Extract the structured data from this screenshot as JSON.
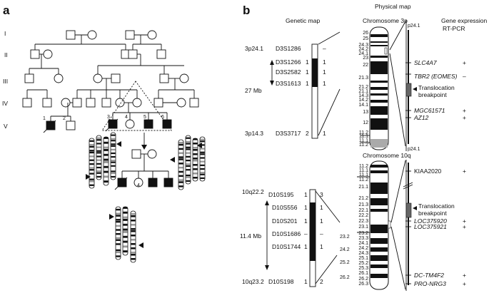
{
  "panels": {
    "a": "a",
    "b": "b"
  },
  "pedigree": {
    "generations": [
      "I",
      "II",
      "III",
      "IV",
      "V"
    ],
    "individual_numbers": [
      "1",
      "2",
      "3",
      "4",
      "5",
      "6"
    ],
    "offspring_numbers": [
      "3",
      "4",
      "5",
      "6"
    ]
  },
  "headers": {
    "genetic_map": "Genetic map",
    "physical_map": "Physical map",
    "gene_expression": "Gene expression",
    "rt_pcr": "RT-PCR",
    "chr3": "Chromosome 3p",
    "chr10": "Chromosome 10q"
  },
  "genetic_3p": {
    "band_top": "3p24.1",
    "band_bottom": "3p14.3",
    "span": "27 Mb",
    "markers": [
      {
        "name": "D3S1286",
        "a": "",
        "b": "–"
      },
      {
        "name": "D3S1266",
        "a": "1",
        "b": "1"
      },
      {
        "name": "D3S2582",
        "a": "1",
        "b": "1"
      },
      {
        "name": "D3S1613",
        "a": "1",
        "b": "1"
      },
      {
        "name": "D3S3717",
        "a": "2",
        "b": "1"
      }
    ]
  },
  "genetic_10q": {
    "band_top": "10q22.2",
    "band_bottom": "10q23.2",
    "span": "11.4 Mb",
    "markers": [
      {
        "name": "D10S195",
        "a": "1",
        "b": "3"
      },
      {
        "name": "D10S556",
        "a": "1",
        "b": "1"
      },
      {
        "name": "D10S201",
        "a": "1",
        "b": "1"
      },
      {
        "name": "D10S1686",
        "a": "–",
        "b": "–"
      },
      {
        "name": "D10S1744",
        "a": "1",
        "b": "1"
      },
      {
        "name": "D10S198",
        "a": "1",
        "b": "2"
      }
    ]
  },
  "chr3_bands": [
    "26",
    "25",
    "24.3",
    "24.2",
    "24.1",
    "23",
    "22",
    "21.3",
    "21.2",
    "21.1",
    "14.3",
    "14.2",
    "14.1",
    "13",
    "12",
    "11.2",
    "11.1",
    "11.1",
    "11.2"
  ],
  "chr10_bands": [
    "11.2",
    "11.1",
    "11.1",
    "11.2",
    "21.1",
    "21.2",
    "21.3",
    "22.1",
    "22.2",
    "22.3",
    "23.1",
    "23.2",
    "23.3",
    "24.1",
    "24.2",
    "24.3",
    "25.1",
    "25.2",
    "25.3",
    "26.1",
    "26.2",
    "26.3"
  ],
  "chr10_left_bands": [
    "23.2",
    "24.2",
    "25.2",
    "26.2"
  ],
  "region_3p": {
    "top": "p24.1",
    "bottom": "p24.1",
    "genes": [
      {
        "name": "SLC4A7",
        "expr": "+",
        "italic": true
      },
      {
        "name": "TBR2 (EOMES)",
        "expr": "–",
        "italic": true
      },
      {
        "name": "MGC61571",
        "expr": "+",
        "italic": true
      },
      {
        "name": "AZ12",
        "expr": "+",
        "italic": true
      }
    ],
    "breakpoint": [
      "Translocation",
      "breakpoint"
    ]
  },
  "region_10q": {
    "genes": [
      {
        "name": "KIAA2020",
        "expr": "+",
        "italic": false
      },
      {
        "name": "LOC375920",
        "expr": "+",
        "italic": true
      },
      {
        "name": "LOC375921",
        "expr": "+",
        "italic": true
      },
      {
        "name": "DC-TM4F2",
        "expr": "+",
        "italic": true
      },
      {
        "name": "PRO-NRG3",
        "expr": "+",
        "italic": true
      }
    ],
    "breakpoint": [
      "Translocation",
      "breakpoint"
    ]
  }
}
